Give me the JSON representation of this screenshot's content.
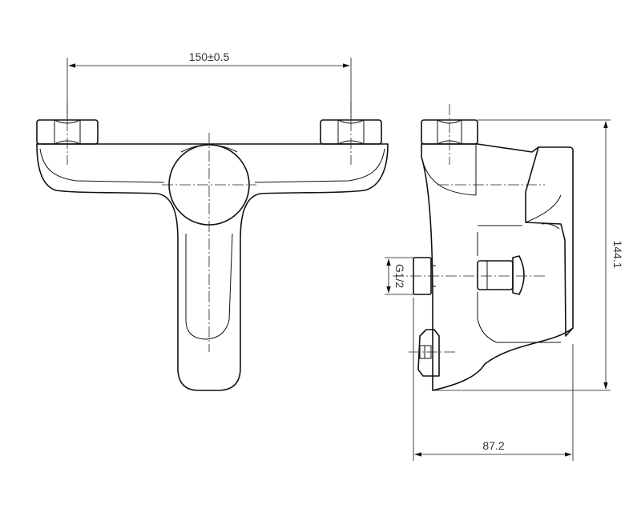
{
  "dimensions": {
    "width_front": "150±0.5",
    "height_side": "144.1",
    "depth_side": "87.2",
    "thread": "G1/2"
  }
}
